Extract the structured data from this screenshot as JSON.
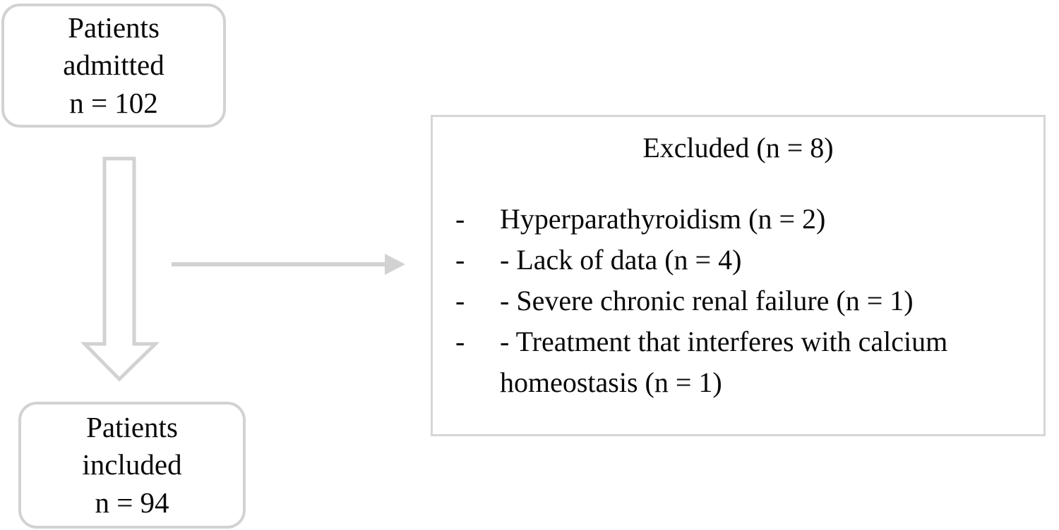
{
  "figure": {
    "type": "study-flow-diagram",
    "colors": {
      "box_border": "#d2d2d2",
      "panel_border": "#d6d6d6",
      "arrow": "#d2d2d2",
      "text": "#080808",
      "background": "#ffffff"
    }
  },
  "boxes": {
    "admitted": {
      "line1": "Patients",
      "line2": "admitted",
      "line3": "n = 102"
    },
    "included": {
      "line1": "Patients",
      "line2": "included",
      "line3": "n = 94"
    }
  },
  "excluded": {
    "title": "Excluded (n = 8)",
    "items": [
      {
        "bullet": "-",
        "text": "Hyperparathyroidism (n = 2)"
      },
      {
        "bullet": "-",
        "text": "- Lack of data (n = 4)"
      },
      {
        "bullet": "-",
        "text": "- Severe chronic renal failure (n = 1)"
      },
      {
        "bullet": "-",
        "text": "- Treatment that interferes with calcium homeostasis (n = 1)"
      }
    ]
  },
  "arrows": {
    "down": {
      "name": "block-arrow-down",
      "from": "admitted",
      "to": "included"
    },
    "right": {
      "name": "line-arrow-right",
      "from": "admitted",
      "to": "excluded"
    }
  }
}
